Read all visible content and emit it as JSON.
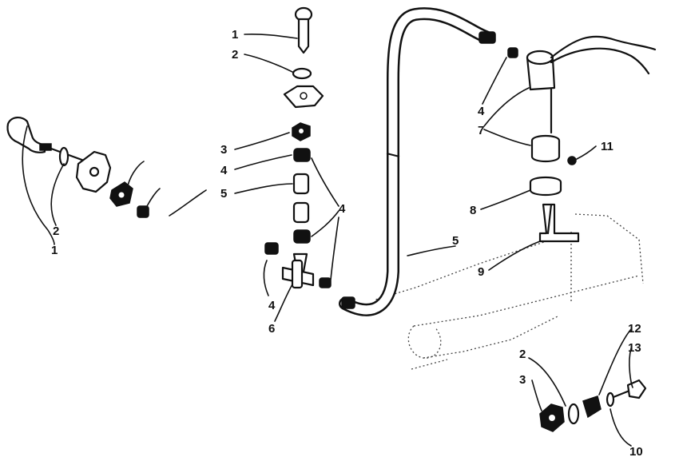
{
  "diagram": {
    "callouts": [
      {
        "id": "c1a",
        "label": "1"
      },
      {
        "id": "c2a",
        "label": "2"
      },
      {
        "id": "c3a",
        "label": "3"
      },
      {
        "id": "c4a",
        "label": "4"
      },
      {
        "id": "c5a",
        "label": "5"
      },
      {
        "id": "c4b",
        "label": "4"
      },
      {
        "id": "c4c",
        "label": "4"
      },
      {
        "id": "c6a",
        "label": "6"
      },
      {
        "id": "c1b",
        "label": "1"
      },
      {
        "id": "c2b",
        "label": "2"
      },
      {
        "id": "c4d",
        "label": "4"
      },
      {
        "id": "c7a",
        "label": "7"
      },
      {
        "id": "c5b",
        "label": "5"
      },
      {
        "id": "c8a",
        "label": "8"
      },
      {
        "id": "c9a",
        "label": "9"
      },
      {
        "id": "c11a",
        "label": "11"
      },
      {
        "id": "c12a",
        "label": "12"
      },
      {
        "id": "c13a",
        "label": "13"
      },
      {
        "id": "c2c",
        "label": "2"
      },
      {
        "id": "c3b",
        "label": "3"
      },
      {
        "id": "c10a",
        "label": "10"
      }
    ]
  }
}
